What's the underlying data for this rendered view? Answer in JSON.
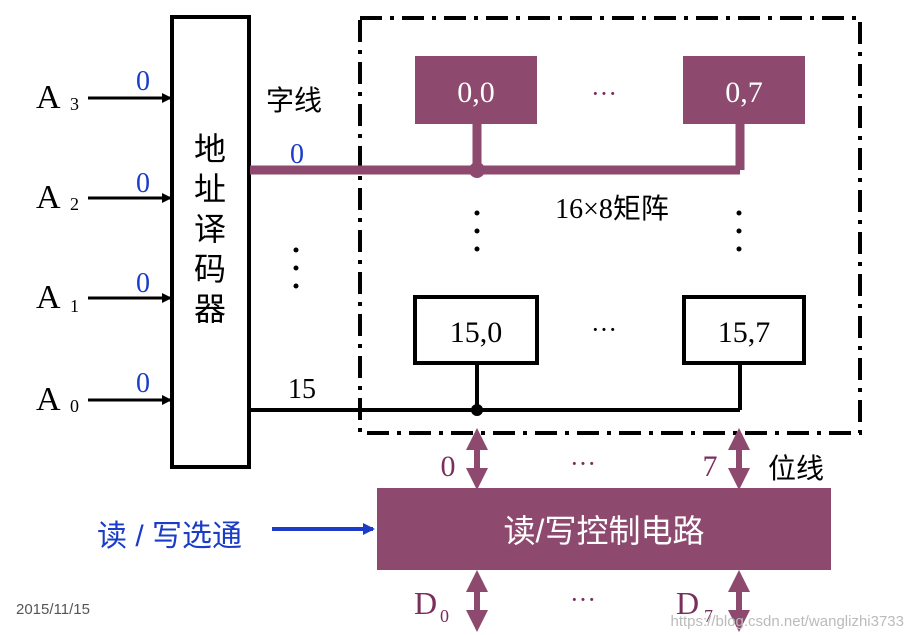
{
  "address_inputs": [
    {
      "name": "A",
      "sub": "3",
      "value": "0"
    },
    {
      "name": "A",
      "sub": "2",
      "value": "0"
    },
    {
      "name": "A",
      "sub": "1",
      "value": "0"
    },
    {
      "name": "A",
      "sub": "0",
      "value": "0"
    }
  ],
  "decoder": {
    "chars": [
      "地",
      "址",
      "译",
      "码",
      "器"
    ]
  },
  "word_line": {
    "label": "字线",
    "first": "0",
    "last": "15"
  },
  "matrix": {
    "title": "16×8矩阵",
    "cells": {
      "top_left": "0,0",
      "top_right": "0,7",
      "bottom_left": "15,0",
      "bottom_right": "15,7"
    },
    "ellipsis": "···"
  },
  "bit_line": {
    "label": "位线",
    "first": "0",
    "last": "7",
    "ellipsis": "···"
  },
  "rw_circuit": {
    "label": "读/写控制电路"
  },
  "rw_select": {
    "label": "读 / 写选通"
  },
  "data_lines": {
    "first_name": "D",
    "first_sub": "0",
    "last_name": "D",
    "last_sub": "7",
    "ellipsis": "···"
  },
  "footer": {
    "date": "2015/11/15",
    "watermark": "https://blog.csdn.net/wanglizhi3733"
  },
  "colors": {
    "cell": "#8e4a6e",
    "wire": "#8e4a6e",
    "input_value": "#1a3cc8",
    "rw_select": "#1a3cc8",
    "line_text": "#7a2e5c"
  }
}
